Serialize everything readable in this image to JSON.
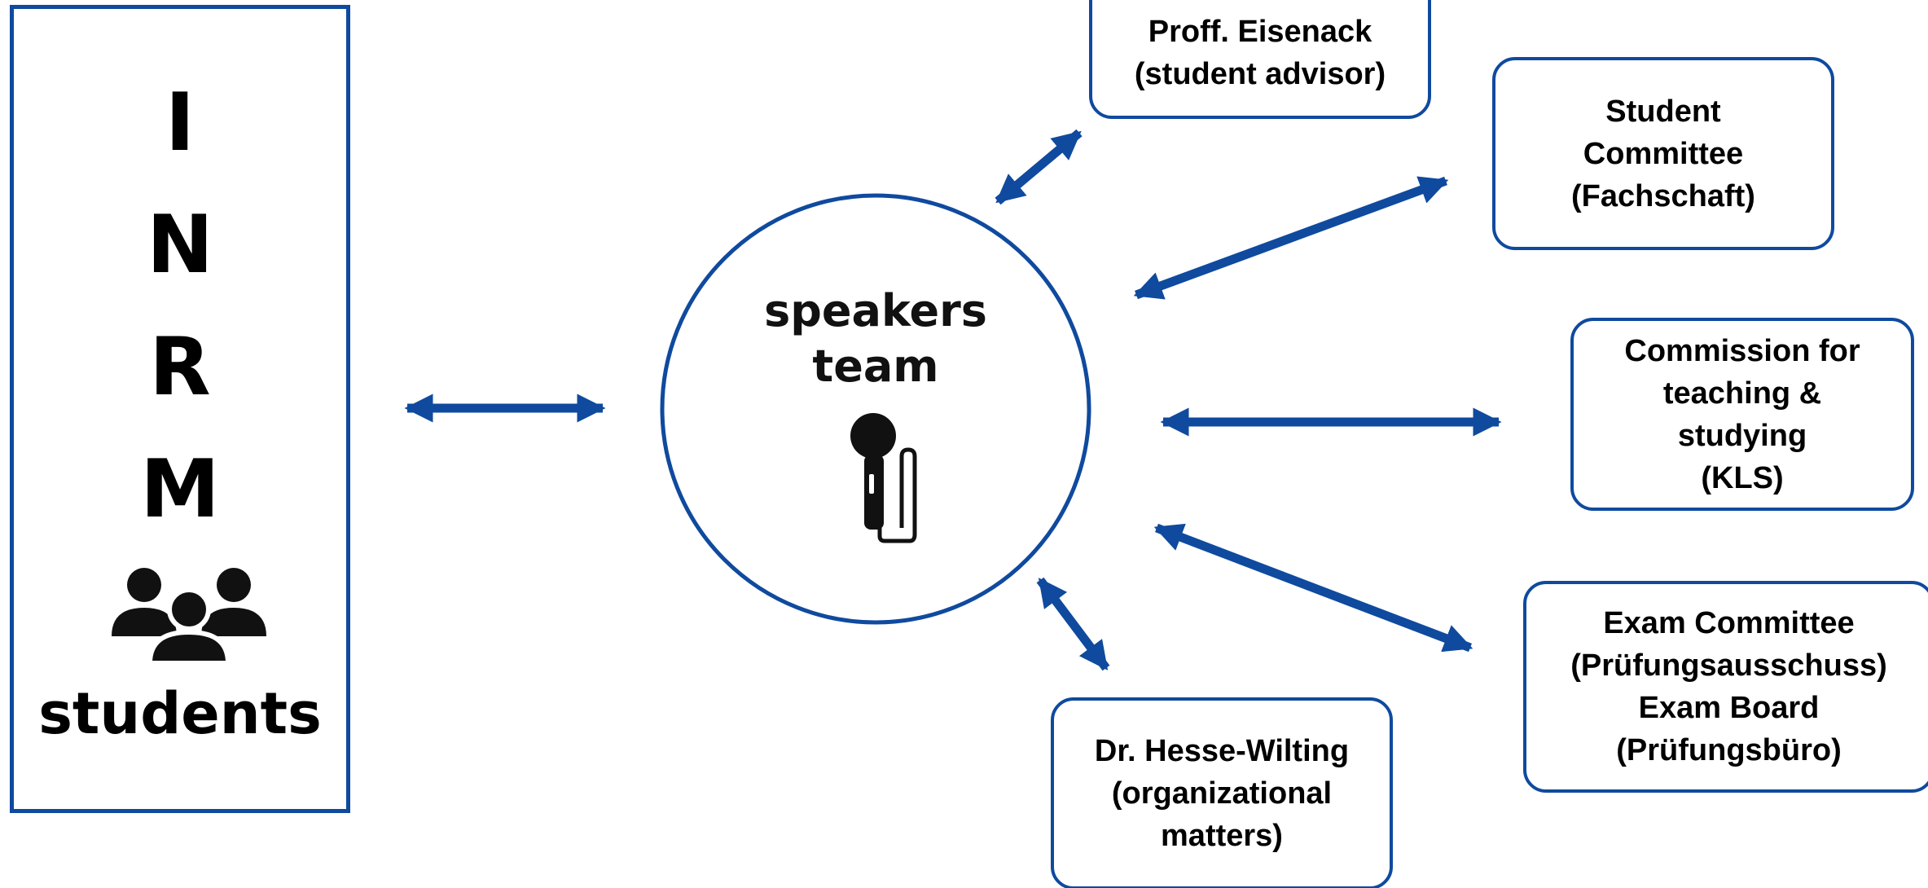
{
  "colors": {
    "accent": "#0f4a9e",
    "text": "#000000",
    "background": "#ffffff"
  },
  "students_panel": {
    "letters": [
      "I",
      "N",
      "R",
      "M"
    ],
    "icon": "people-group-icon",
    "label": "students"
  },
  "center": {
    "label": "speakers\nteam",
    "icon": "microphone-icon"
  },
  "boxes": {
    "advisor": "Proff. Eisenack\n(student advisor)",
    "student_committee": "Student\nCommittee\n(Fachschaft)",
    "kls": "Commission for\nteaching &\nstudying\n(KLS)",
    "exam": "Exam Committee\n(Prüfungsausschuss)\nExam Board\n(Prüfungsbüro)",
    "organizational": "Dr. Hesse-Wilting\n(organizational\nmatters)"
  }
}
